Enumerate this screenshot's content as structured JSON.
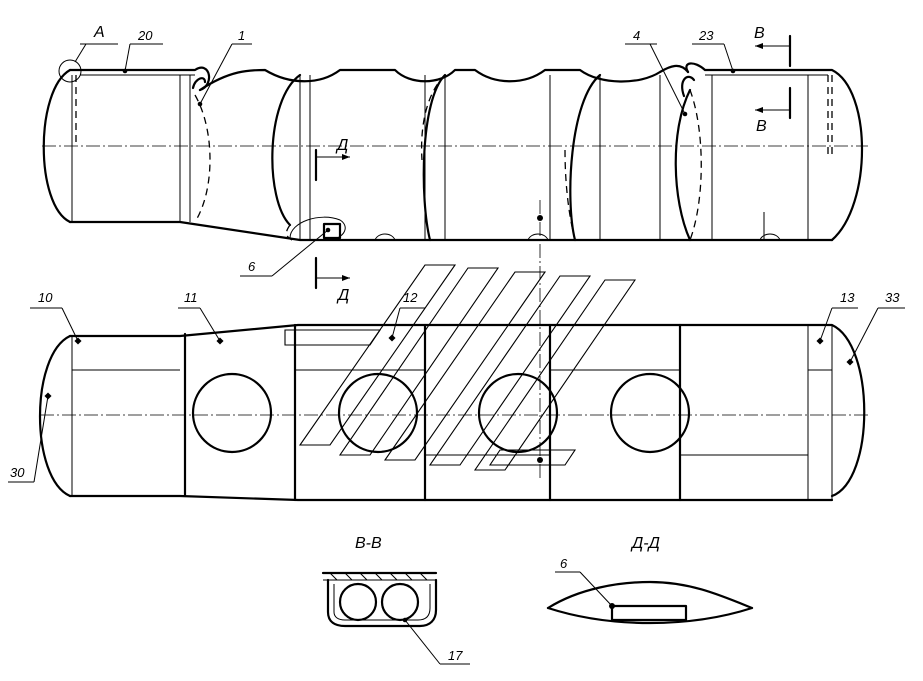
{
  "drawing": {
    "view_a": "А",
    "section_v_top": "В",
    "section_v_bottom": "В",
    "section_d_top": "Д",
    "section_d_bottom": "Д",
    "section_v_title": "В-В",
    "section_d_title": "Д-Д"
  },
  "callouts": {
    "c1": "1",
    "c4": "4",
    "c6": "6",
    "c6b": "6",
    "c10": "10",
    "c11": "11",
    "c12": "12",
    "c13": "13",
    "c17": "17",
    "c20": "20",
    "c23": "23",
    "c30": "30",
    "c33": "33"
  },
  "colors": {
    "line": "#000000",
    "background": "#ffffff"
  }
}
